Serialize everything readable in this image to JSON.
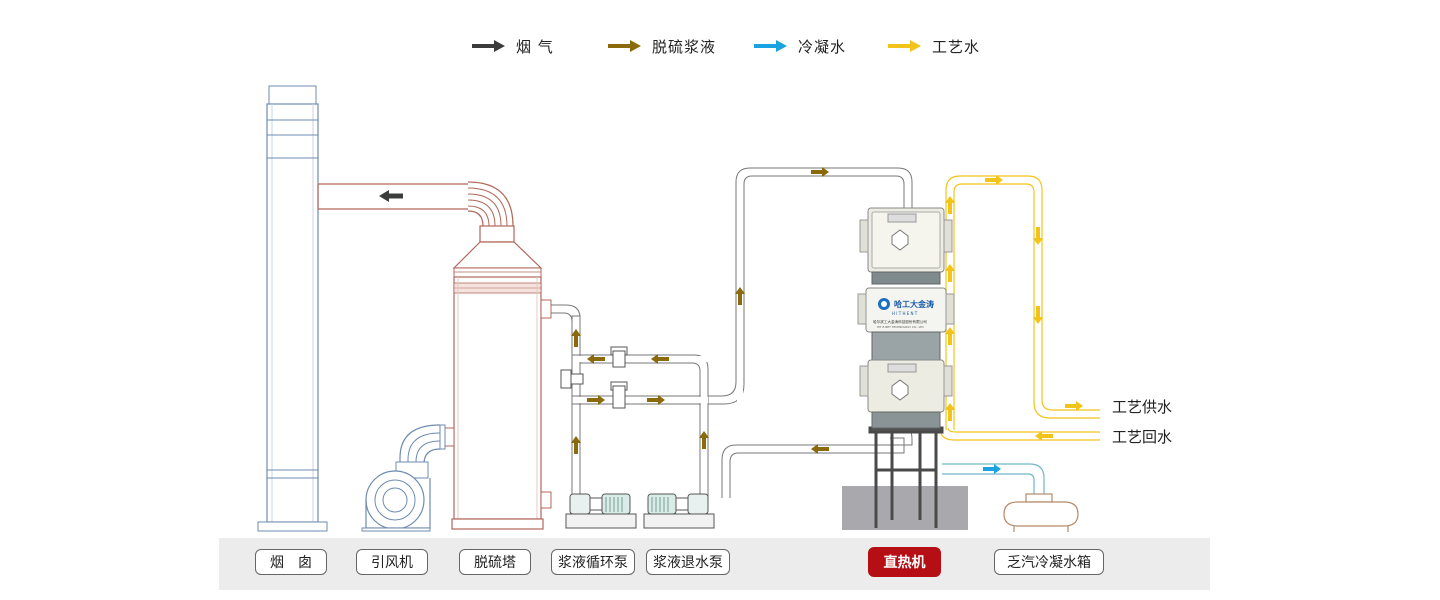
{
  "legend": {
    "flue_gas": {
      "label": "烟 气",
      "color": "#3c3c3c"
    },
    "slurry": {
      "label": "脱硫浆液",
      "color": "#8a6a0a"
    },
    "condensate": {
      "label": "冷凝水",
      "color": "#1aa3e0"
    },
    "process_water": {
      "label": "工艺水",
      "color": "#f2c419"
    }
  },
  "equipment": {
    "chimney": "烟　囱",
    "fan": "引风机",
    "tower": "脱硫塔",
    "circulation_pump": "浆液循环泵",
    "return_pump": "浆液退水泵",
    "direct_heater": "直热机",
    "condensate_tank": "乏汽冷凝水箱"
  },
  "labels": {
    "water_supply": "工艺供水",
    "water_return": "工艺回水"
  },
  "unit_brand": {
    "name": "哈工大金涛",
    "sub": "H I T H E N T",
    "company": "哈尔滨工大金涛科技股份有限公司",
    "company_en": "HIT E-NET TECHNOLOGY CO., LTD"
  },
  "colors": {
    "active": "#b50f15",
    "pipe_red": "#b0685a",
    "pipe_blue": "#6f8bb0"
  }
}
